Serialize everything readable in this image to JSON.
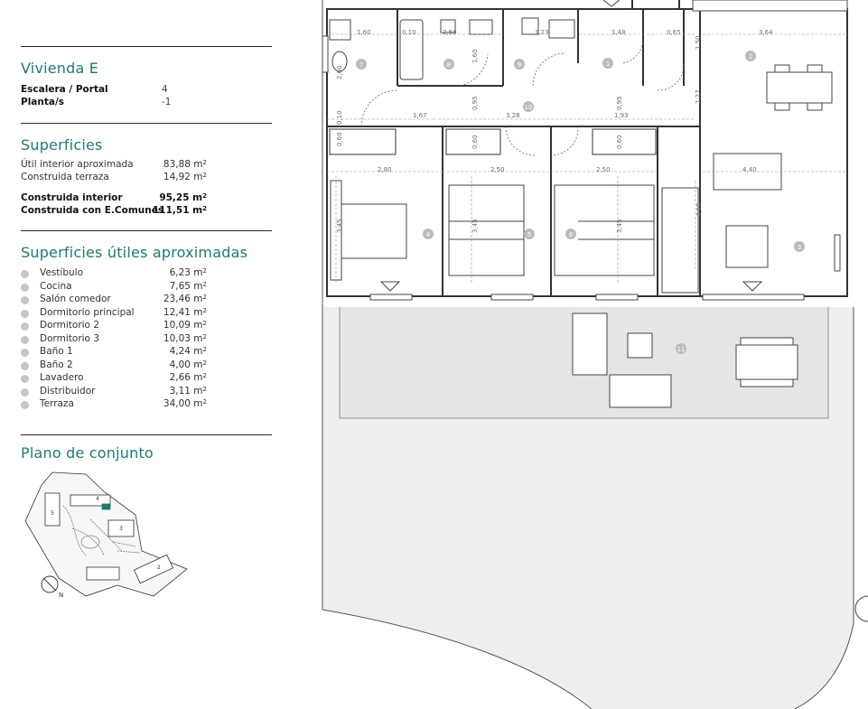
{
  "vivienda": {
    "title": "Vivienda E",
    "escalera_label": "Escalera / Portal",
    "escalera_value": "4",
    "planta_label": "Planta/s",
    "planta_value": "-1"
  },
  "superficies": {
    "title": "Superficies",
    "rows": [
      {
        "label": "Útil interior aproximada",
        "value": "83,88 m",
        "bold": false
      },
      {
        "label": "Construida terraza",
        "value": "14,92 m",
        "bold": false
      },
      {
        "label": "Construida interior",
        "value": "95,25 m",
        "bold": true
      },
      {
        "label": "Construida con E.Comunes",
        "value": "111,51 m",
        "bold": true
      }
    ],
    "unit_sup": "2"
  },
  "utiles": {
    "title": "Superficies útiles aproximadas",
    "items": [
      {
        "label": "Vestíbulo",
        "value": "6,23 m"
      },
      {
        "label": "Cocina",
        "value": "7,65 m"
      },
      {
        "label": "Salón comedor",
        "value": "23,46 m"
      },
      {
        "label": "Dormitorio principal",
        "value": "12,41 m"
      },
      {
        "label": "Dormitorio 2",
        "value": "10,09 m"
      },
      {
        "label": "Dormitorio 3",
        "value": "10,03 m"
      },
      {
        "label": "Baño 1",
        "value": "4,24 m"
      },
      {
        "label": "Baño 2",
        "value": "4,00 m"
      },
      {
        "label": "Lavadero",
        "value": "2,66 m"
      },
      {
        "label": "Distribuidor",
        "value": "3,11 m"
      },
      {
        "label": "Terraza",
        "value": "34,00 m"
      }
    ]
  },
  "conjunto": {
    "title": "Plano de conjunto",
    "north": "N",
    "block_numbers": [
      "5",
      "4",
      "3",
      "2"
    ]
  },
  "floorplan": {
    "room_numbers": [
      "1",
      "2",
      "3",
      "4",
      "5",
      "6",
      "7",
      "8",
      "9",
      "10",
      "11"
    ],
    "dimensions": [
      "1,60",
      "0,10",
      "2,50",
      "1,23",
      "1,48",
      "0,65",
      "3,64",
      "1,50",
      "2,60",
      "0,10",
      "1,60",
      "0,95",
      "1,27",
      "0,95",
      "1,93",
      "1,67",
      "3,28",
      "0,60",
      "0,60",
      "0,60",
      "2,80",
      "2,50",
      "2,50",
      "4,40",
      "4,15",
      "3,45",
      "3,45",
      "3,45"
    ]
  }
}
